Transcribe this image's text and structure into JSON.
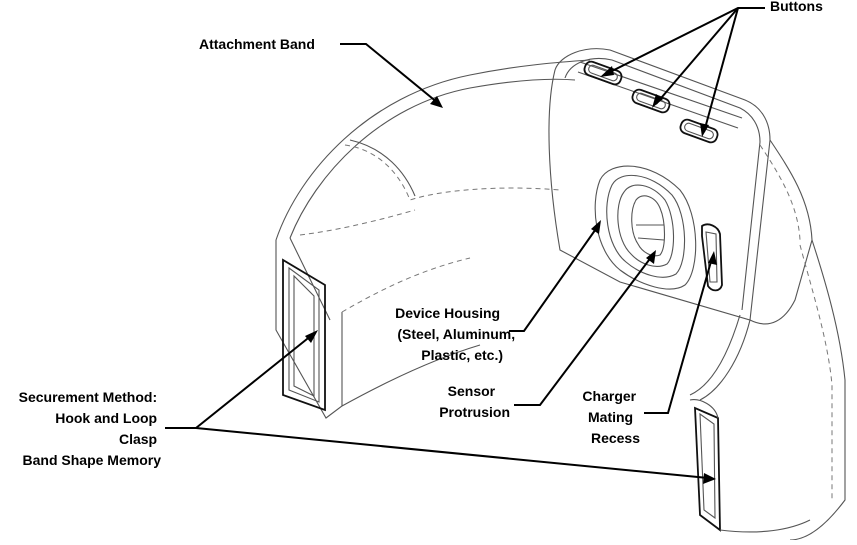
{
  "labels": {
    "buttons": "Buttons",
    "attachment_band": "Attachment Band",
    "device_housing": [
      "Device Housing",
      "(Steel, Aluminum,",
      "Plastic, etc.)"
    ],
    "sensor_protrusion": [
      "Sensor",
      "Protrusion"
    ],
    "charger_recess": [
      "Charger",
      "Mating",
      "Recess"
    ],
    "securement": [
      "Securement Method:",
      "Hook and Loop",
      "Clasp",
      "Band Shape Memory"
    ]
  },
  "colors": {
    "line": "#000000",
    "sketch": "#555555",
    "background": "#ffffff"
  }
}
